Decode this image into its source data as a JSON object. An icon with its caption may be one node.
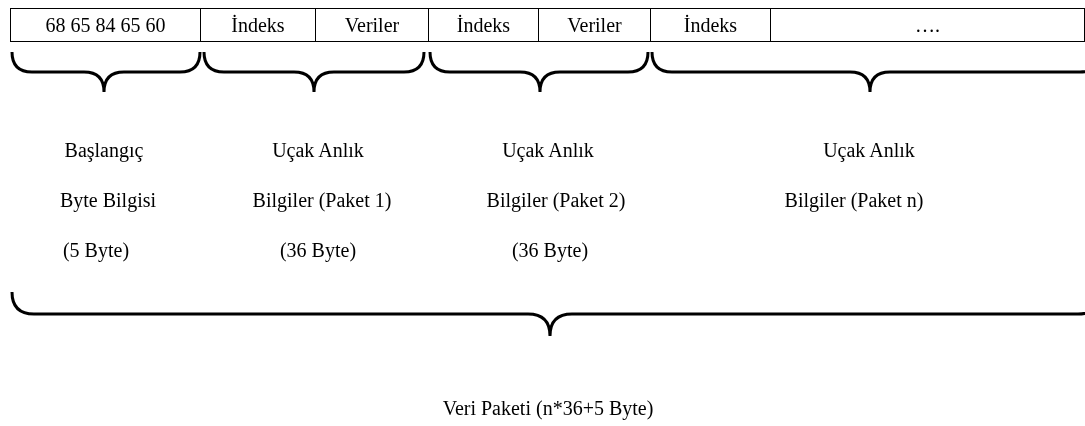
{
  "diagram": {
    "labels": [
      "68 65 84 65 60",
      "İndeks",
      "Veriler",
      "İndeks",
      "Veriler",
      "İndeks",
      "….",
      "Başlangıç",
      "Uçak Anlık",
      "Uçak Anlık",
      "Uçak Anlık",
      "Byte Bilgisi",
      "Bilgiler (Paket 1)",
      "Bilgiler (Paket 2)",
      "Bilgiler (Paket n)",
      "(5 Byte)",
      "(36 Byte)",
      "(36 Byte)",
      "Veri Paketi (n*36+5 Byte)"
    ]
  }
}
